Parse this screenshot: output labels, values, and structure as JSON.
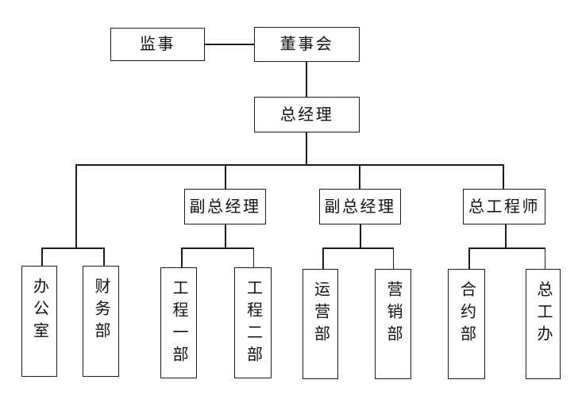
{
  "diagram_type": "org-chart",
  "nodes": {
    "supervisor": "监事",
    "board": "董事会",
    "general_manager": "总经理",
    "deputy_gm_1": "副总经理",
    "deputy_gm_2": "副总经理",
    "chief_engineer": "总工程师",
    "office": "办公室",
    "finance_dept": "财务部",
    "engineering_dept_1": "工程一部",
    "engineering_dept_2": "工程二部",
    "operations_dept": "运营部",
    "marketing_dept": "营销部",
    "contract_dept": "合约部",
    "chief_engineer_office": "总工办"
  },
  "edges": [
    [
      "supervisor",
      "board"
    ],
    [
      "board",
      "general_manager"
    ],
    [
      "general_manager",
      "office"
    ],
    [
      "general_manager",
      "finance_dept"
    ],
    [
      "general_manager",
      "deputy_gm_1"
    ],
    [
      "general_manager",
      "deputy_gm_2"
    ],
    [
      "general_manager",
      "chief_engineer"
    ],
    [
      "deputy_gm_1",
      "engineering_dept_1"
    ],
    [
      "deputy_gm_1",
      "engineering_dept_2"
    ],
    [
      "deputy_gm_2",
      "operations_dept"
    ],
    [
      "deputy_gm_2",
      "marketing_dept"
    ],
    [
      "chief_engineer",
      "contract_dept"
    ],
    [
      "chief_engineer",
      "chief_engineer_office"
    ]
  ],
  "colors": {
    "line": "#1c1c1c",
    "box_fill": "#ffffff",
    "background": "#ffffff",
    "text": "#111111"
  }
}
